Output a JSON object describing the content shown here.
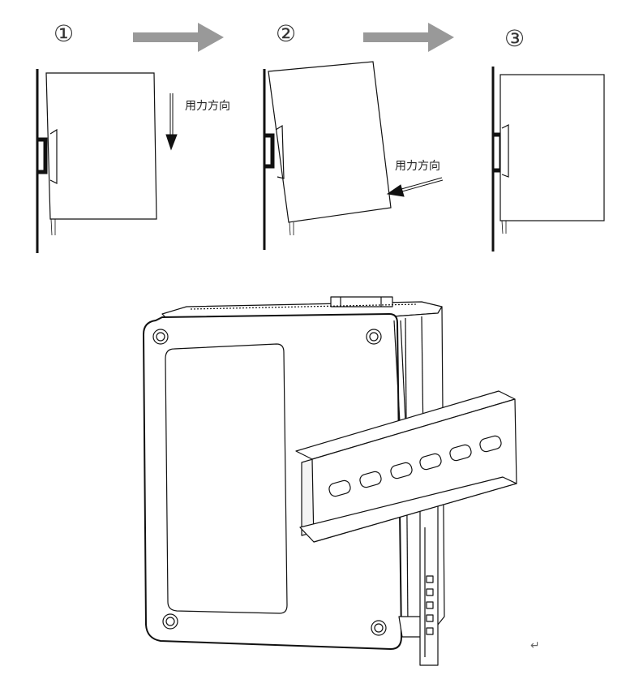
{
  "steps": [
    {
      "label": "①"
    },
    {
      "label": "②"
    },
    {
      "label": "③"
    }
  ],
  "force_direction_label": "用力方向",
  "paragraph_mark": "↵",
  "colors": {
    "arrow": "#999999",
    "line": "#111111",
    "background": "#ffffff"
  }
}
